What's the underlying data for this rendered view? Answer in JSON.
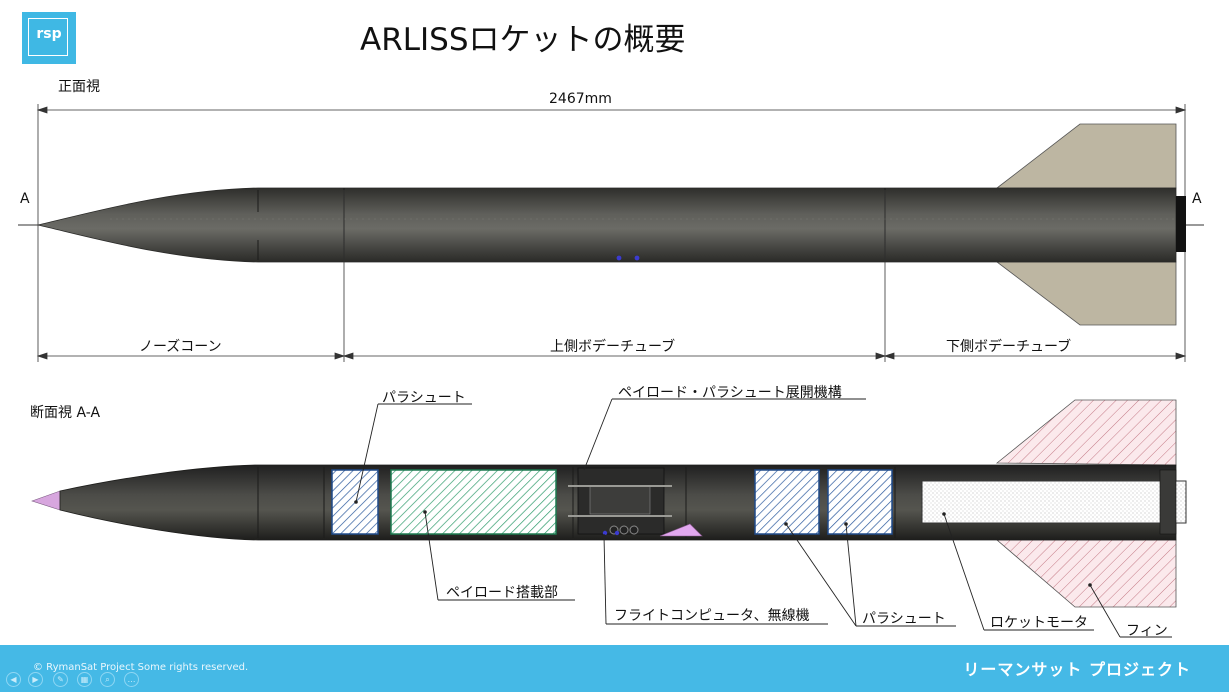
{
  "title": "ARLISSロケットの概要",
  "logo_text": "rsp",
  "front_view": {
    "label": "正面視",
    "total_length": "2467mm",
    "section_mark_left": "A",
    "section_mark_right": "A",
    "sections": [
      "ノーズコーン",
      "上側ボデーチューブ",
      "下側ボデーチューブ"
    ]
  },
  "section_view": {
    "label": "断面視 A-A",
    "callouts": {
      "parachute_top": "パラシュート",
      "deploy_mechanism": "ペイロード・パラシュート展開機構",
      "payload_bay": "ペイロード搭載部",
      "flight_computer": "フライトコンピュータ、無線機",
      "parachute_bottom": "パラシュート",
      "rocket_motor": "ロケットモータ",
      "fin": "フィン"
    }
  },
  "footer": {
    "copyright": "© RymanSat Project Some rights reserved.",
    "brand": "リーマンサット プロジェクト"
  },
  "colors": {
    "accent": "#45b9e6",
    "body": "#4a4a46",
    "fin_front": "#bdb6a2",
    "parachute_fill": "#2c5a9e",
    "payload_fill": "#2f9c6c",
    "fin_section": "#c47a86",
    "nose_tip": "#d7a6de"
  }
}
